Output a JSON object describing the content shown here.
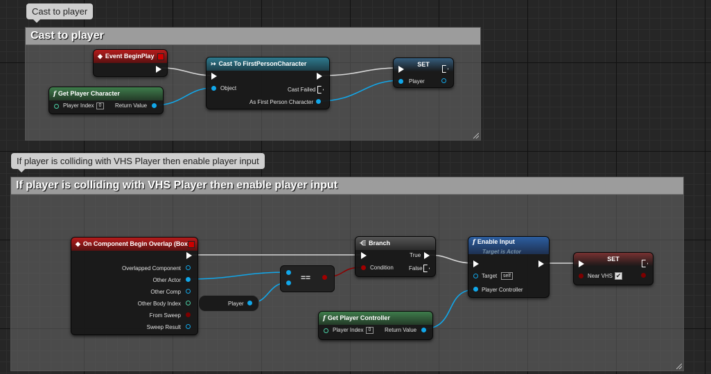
{
  "comments": [
    {
      "bubble": "Cast to player",
      "title": "Cast to player"
    },
    {
      "bubble": "If player is colliding with VHS Player then enable player input",
      "title": "If player is colliding with VHS Player then enable player input"
    }
  ],
  "nodes": {
    "event_begin_play": {
      "title": "Event BeginPlay"
    },
    "get_player_character": {
      "title": "Get Player Character",
      "player_index_label": "Player Index",
      "player_index_value": "0",
      "return_value_label": "Return Value"
    },
    "cast_to_fpc": {
      "title": "Cast To FirstPersonCharacter",
      "object_label": "Object",
      "cast_failed_label": "Cast Failed",
      "as_fpc_label": "As First Person Character"
    },
    "set_player": {
      "title": "SET",
      "player_label": "Player"
    },
    "on_overlap": {
      "title": "On Component Begin Overlap (Box)",
      "pins": [
        "Overlapped Component",
        "Other Actor",
        "Other Comp",
        "Other Body Index",
        "From Sweep",
        "Sweep Result"
      ]
    },
    "player_var": {
      "label": "Player"
    },
    "equals": {
      "label": "=="
    },
    "branch": {
      "title": "Branch",
      "condition_label": "Condition",
      "true_label": "True",
      "false_label": "False"
    },
    "enable_input": {
      "title": "Enable Input",
      "subtitle": "Target is Actor",
      "target_label": "Target",
      "target_value": "self",
      "controller_label": "Player Controller"
    },
    "get_player_controller": {
      "title": "Get Player Controller",
      "player_index_label": "Player Index",
      "player_index_value": "0",
      "return_value_label": "Return Value"
    },
    "set_near_vhs": {
      "title": "SET",
      "near_label": "Near VHS",
      "check_mark": "✔"
    }
  },
  "icons": {
    "event": "diamond-event-icon",
    "function": "function-f-icon",
    "cast": "cast-arrows-icon",
    "branch": "branch-icon"
  },
  "colors": {
    "exec": "#ffffff",
    "object": "#11a7ea",
    "bool": "#8c0000",
    "int": "#4cd3a8",
    "event_header": "#b51c1c",
    "pure_header": "#3e7c4b",
    "cast_header": "#2e7a8e",
    "function_header": "#2c5ea0"
  }
}
